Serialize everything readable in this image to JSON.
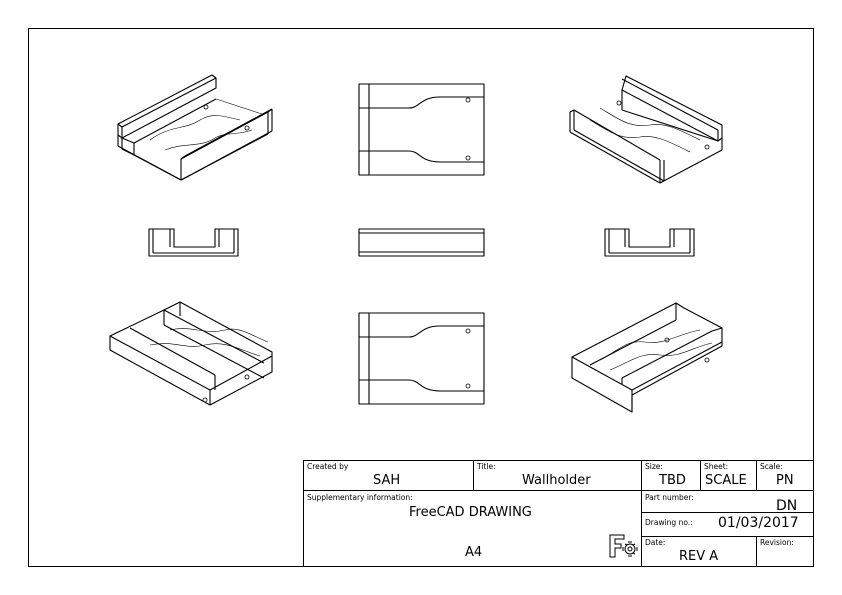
{
  "title_block": {
    "created_by_label": "Created by",
    "created_by": "SAH",
    "title_label": "Title:",
    "title": "Wallholder",
    "size_label": "Size:",
    "size": "TBD",
    "sheet_label": "Sheet:",
    "sheet": "SCALE",
    "scale_label": "Scale:",
    "scale": "PN",
    "supplementary_label": "Supplementary information:",
    "supplementary": "FreeCAD DRAWING",
    "part_number_label": "Part number:",
    "part_number": "DN",
    "drawing_no_label": "Drawing no.:",
    "drawing_no": "01/03/2017",
    "paper": "A4",
    "date_label": "Date:",
    "date": "REV A",
    "revision_label": "Revision:",
    "revision": ""
  },
  "icons": {
    "logo": "freecad-gear-icon"
  },
  "colors": {
    "line": "#000000",
    "paper": "#ffffff"
  }
}
